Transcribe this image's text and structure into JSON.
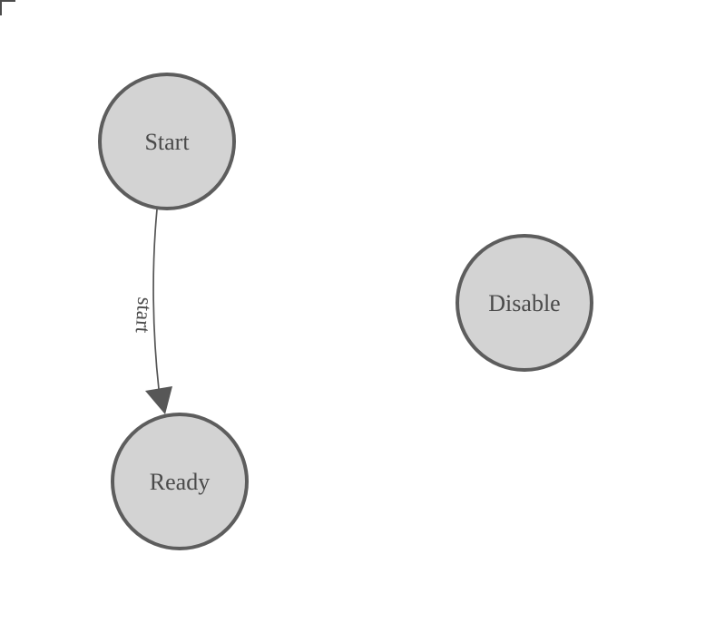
{
  "diagram": {
    "type": "state-diagram",
    "background_color": "#ffffff",
    "node_fill_color": "#d3d3d3",
    "node_stroke_color": "#5d5d5d",
    "text_color": "#4a4a4a",
    "edge_color": "#555555",
    "nodes": [
      {
        "label": "Start"
      },
      {
        "label": "Ready"
      },
      {
        "label": "Disable"
      }
    ],
    "edges": [
      {
        "from": "Start",
        "to": "Ready",
        "label": "start"
      }
    ],
    "icons": {
      "corner_mark": "corner-bracket",
      "edge_arrow": "arrowhead"
    }
  }
}
